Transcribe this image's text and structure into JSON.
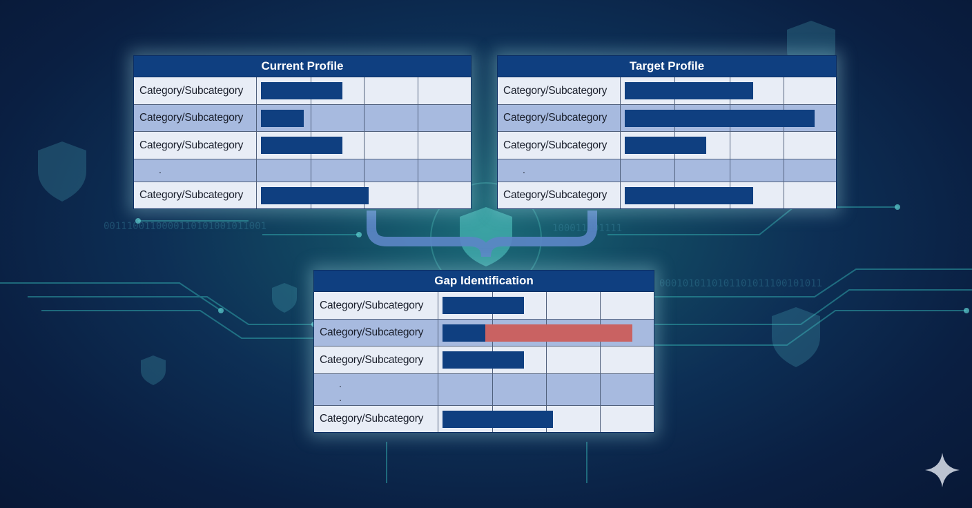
{
  "panels": {
    "current": {
      "title": "Current Profile",
      "rows": [
        {
          "label": "Category/Subcategory",
          "value": 0.4
        },
        {
          "label": "Category/Subcategory",
          "value": 0.21
        },
        {
          "label": "Category/Subcategory",
          "value": 0.4
        },
        {
          "label": "",
          "value": 0,
          "ellipsis": "."
        },
        {
          "label": "Category/Subcategory",
          "value": 0.53
        }
      ]
    },
    "target": {
      "title": "Target Profile",
      "rows": [
        {
          "label": "Category/Subcategory",
          "value": 0.63
        },
        {
          "label": "Category/Subcategory",
          "value": 0.93
        },
        {
          "label": "Category/Subcategory",
          "value": 0.4
        },
        {
          "label": "",
          "value": 0,
          "ellipsis": "."
        },
        {
          "label": "Category/Subcategory",
          "value": 0.63
        }
      ]
    },
    "gap": {
      "title": "Gap Identification",
      "rows": [
        {
          "label": "Category/Subcategory",
          "value": 0.4
        },
        {
          "label": "Category/Subcategory",
          "value": 0.21,
          "gap_value": 0.72
        },
        {
          "label": "Category/Subcategory",
          "value": 0.4
        },
        {
          "label": "",
          "value": 0,
          "ellipsis": ". ."
        },
        {
          "label": "Category/Subcategory",
          "value": 0.54
        }
      ]
    }
  },
  "colors": {
    "bar": "#0f3f80",
    "gap_bar": "#c96262",
    "header": "#0f3f80",
    "row_alt": "#a7badf",
    "row_plain": "#e8edf6"
  },
  "icons": [
    "shield-icon",
    "circuit-lines",
    "sparkle-icon"
  ]
}
